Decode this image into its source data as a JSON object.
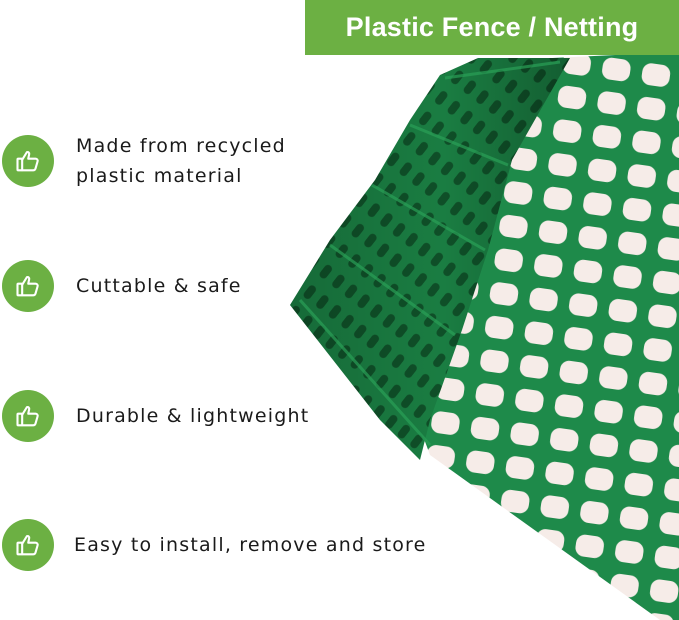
{
  "banner": {
    "title": "Plastic Fence / Netting"
  },
  "features": [
    {
      "icon": "thumbs-up-icon",
      "line1": "Made from recycled",
      "line2": "plastic material"
    },
    {
      "icon": "thumbs-up-icon",
      "line1": "Cuttable & safe",
      "line2": ""
    },
    {
      "icon": "thumbs-up-icon",
      "line1": "Durable & lightweight",
      "line2": ""
    },
    {
      "icon": "thumbs-up-icon",
      "line1": "Easy to install, remove and store",
      "line2": ""
    }
  ],
  "colors": {
    "accent": "#6cb043",
    "mesh": "#1e8a4a",
    "mesh_dark": "#156b38",
    "hole": "#f6ece8"
  }
}
